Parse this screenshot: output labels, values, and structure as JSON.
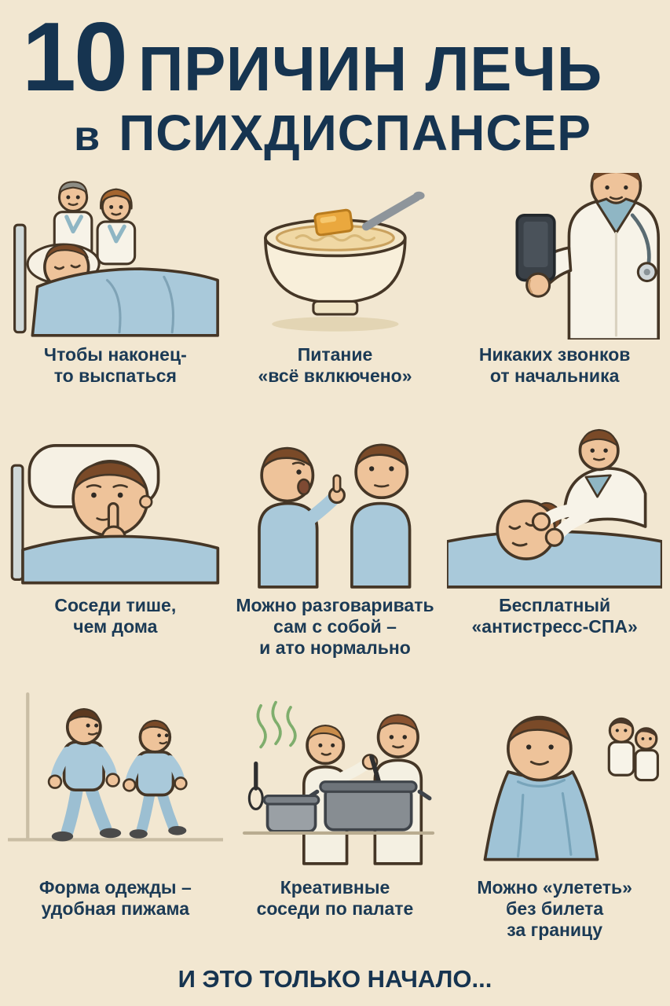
{
  "poster": {
    "background_color": "#f2e7d1",
    "text_color": "#1b3a55",
    "accent_colors": {
      "blanket_blue": "#a9c9da",
      "skin": "#eec39a",
      "doctor_coat": "#f7f3e8",
      "porridge": "#f0d8a4",
      "butter_orange": "#eaa83e"
    },
    "title": {
      "number": "10",
      "line1": "ПРИЧИН ЛЕЧЬ",
      "line2_prefix": "в",
      "line2": "ПСИХДИСПАНСЕР"
    },
    "items": [
      {
        "id": 1,
        "illustration": "patient-sleeping-with-doctors",
        "caption": "Чтобы наконец-\nто выспаться"
      },
      {
        "id": 2,
        "illustration": "porridge-bowl-with-spoon",
        "caption": "Питание\n«всё вклкючено»"
      },
      {
        "id": 3,
        "illustration": "doctor-holding-phone",
        "caption": "Никаких звонков\nот начальника"
      },
      {
        "id": 4,
        "illustration": "man-shushing-in-bed",
        "caption": "Соседи тише,\nчем дома"
      },
      {
        "id": 5,
        "illustration": "man-talking-to-himself",
        "caption": "Можно разговаривать\nсам с собой –\nи ато нормально"
      },
      {
        "id": 6,
        "illustration": "doctor-giving-head-massage",
        "caption": "Бесплатный\n«антистресс-СПА»"
      },
      {
        "id": 7,
        "illustration": "two-people-walking-in-pajamas",
        "caption": "Форма одежды –\nудобная пижама"
      },
      {
        "id": 8,
        "illustration": "roommates-cooking-pots",
        "caption": "Креативные\nсоседи по палате"
      },
      {
        "id": 9,
        "illustration": "man-wrapped-in-blue-cape",
        "caption": "Можно «улететь»\nбез билета\nза границу"
      }
    ],
    "footer": "И ЭТО ТОЛЬКО НАЧАЛО..."
  }
}
